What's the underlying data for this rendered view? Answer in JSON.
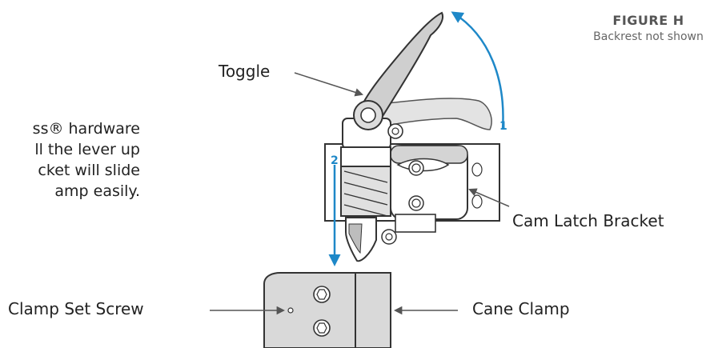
{
  "figure": {
    "title": "FIGURE H",
    "subtitle": "Backrest not shown"
  },
  "side_text": {
    "lines": [
      "ss® hardware",
      "ll the lever up",
      "cket will slide",
      "amp easily."
    ]
  },
  "labels": {
    "toggle": "Toggle",
    "cam_latch_bracket": "Cam Latch Bracket",
    "clamp_set_screw": "Clamp Set Screw",
    "cane_clamp": "Cane Clamp"
  },
  "steps": {
    "step1": "1",
    "step2": "2"
  },
  "colors": {
    "accent_blue": "#1e88c8",
    "part_outline": "#333333",
    "part_fill": "#ffffff",
    "shade": "#c8c8c8",
    "ghost": "#e3e3e3"
  }
}
